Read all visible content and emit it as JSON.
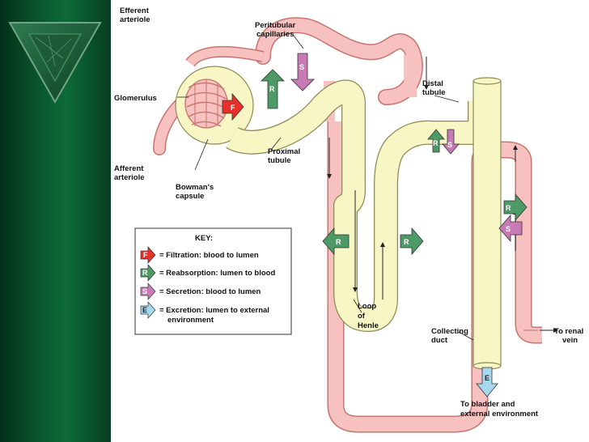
{
  "colors": {
    "sidebar_green": "#0a5a2f",
    "tubule": "#f7f6c4",
    "vessel": "#f6c1bf",
    "filtration": "#e8302a",
    "reabsorption": "#4e9a66",
    "secretion": "#c87ab4",
    "excretion": "#a6d8ef"
  },
  "labels": {
    "efferent_1": "Efferent",
    "efferent_2": "arteriole",
    "peritubular_1": "Peritubular",
    "peritubular_2": "capillaries",
    "glomerulus": "Glomerulus",
    "afferent_1": "Afferent",
    "afferent_2": "arteriole",
    "bowmans_1": "Bowman's",
    "bowmans_2": "capsule",
    "proximal_1": "Proximal",
    "proximal_2": "tubule",
    "distal_1": "Distal",
    "distal_2": "tubule",
    "loop_1": "Loop",
    "loop_2": "of",
    "loop_3": "Henle",
    "collecting_1": "Collecting",
    "collecting_2": "duct",
    "renal_1": "To renal",
    "renal_2": "vein",
    "bladder_1": "To bladder and",
    "bladder_2": "external environment"
  },
  "arrow_letters": {
    "F": "F",
    "R": "R",
    "S": "S",
    "E": "E"
  },
  "key": {
    "title": "KEY:",
    "filtration": "= Filtration: blood to lumen",
    "reabsorption": "= Reabsorption: lumen to blood",
    "secretion": "= Secretion: blood to lumen",
    "excretion_1": "= Excretion: lumen to external",
    "excretion_2": "environment"
  }
}
